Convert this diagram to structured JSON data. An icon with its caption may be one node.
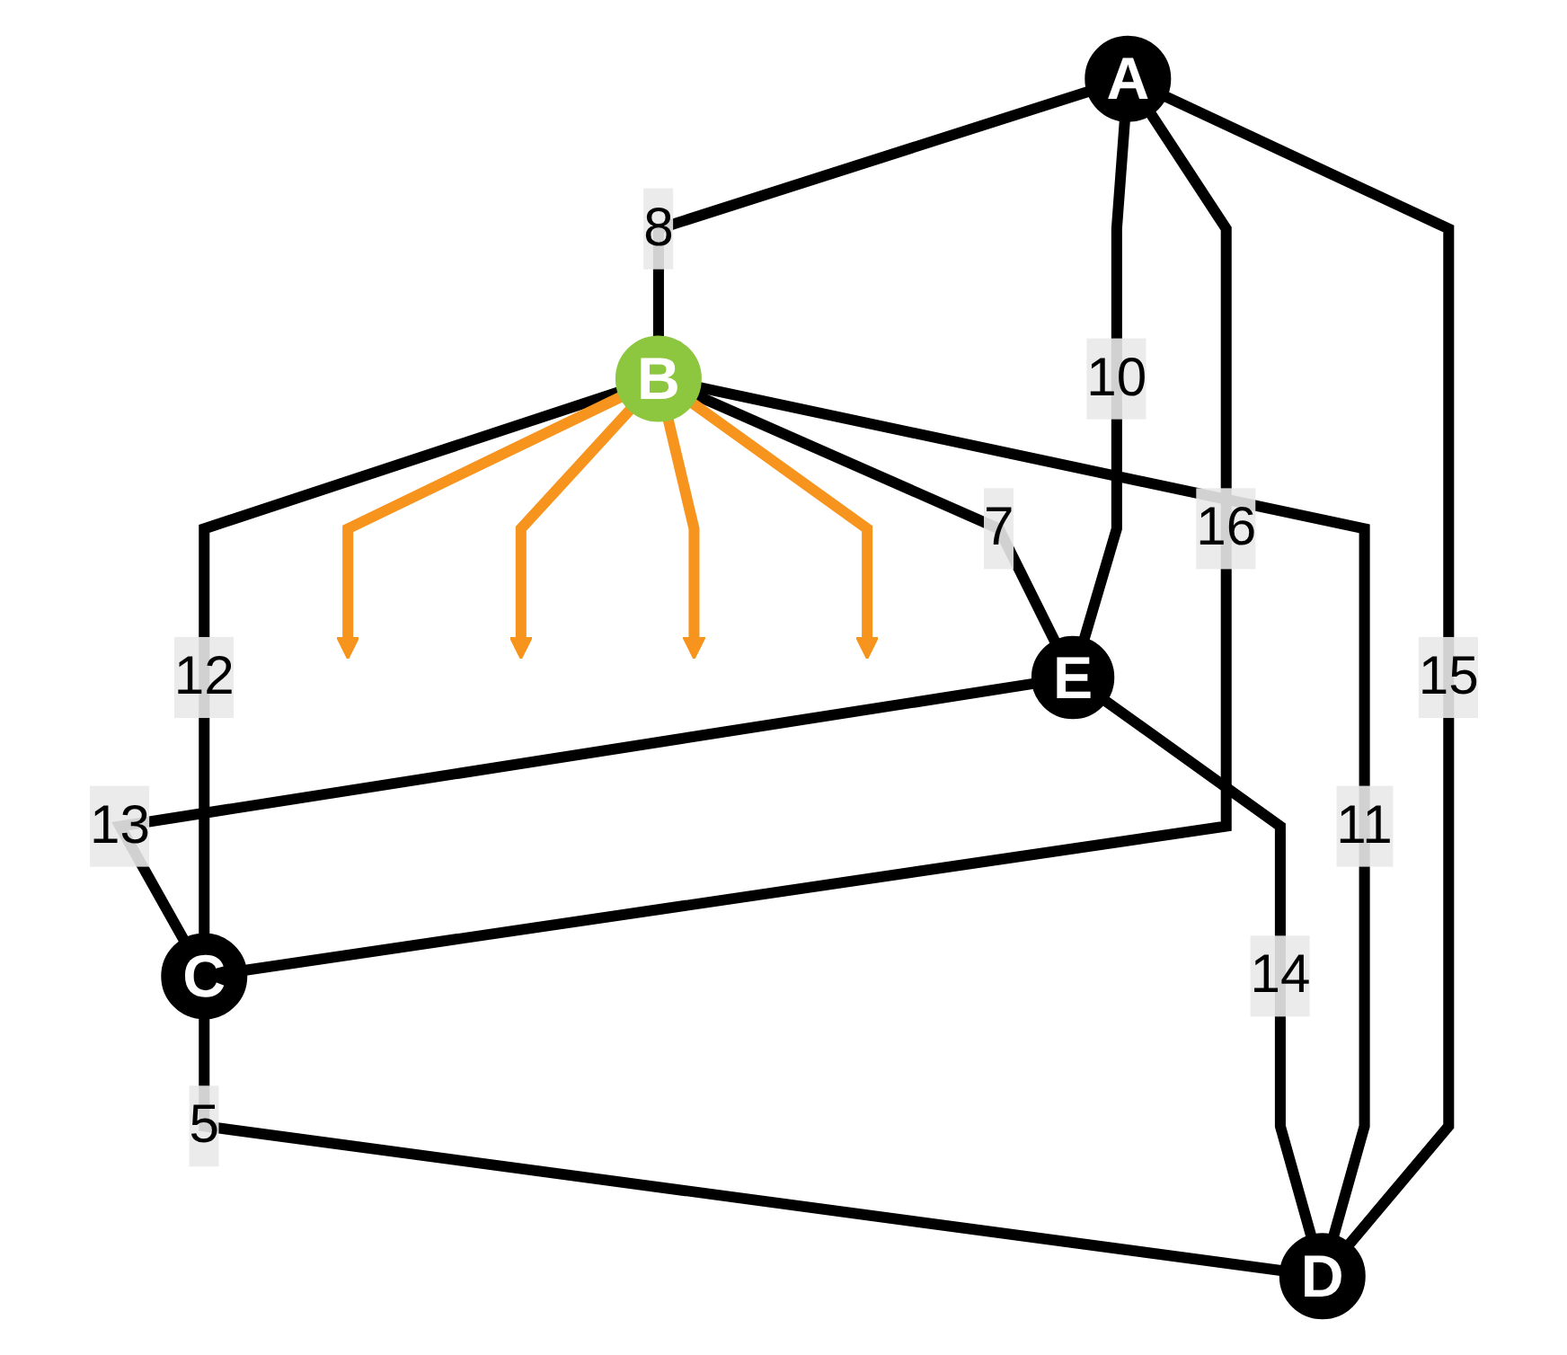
{
  "diagram": {
    "nodes": [
      {
        "text": [
          "A"
        ]
      },
      {
        "text": [
          "B"
        ]
      },
      {
        "text": [
          "E"
        ]
      },
      {
        "text": [
          "C"
        ]
      },
      {
        "text": [
          "D"
        ]
      }
    ],
    "edges": [
      {
        "from": 0,
        "to": 1,
        "arrow": "none",
        "label": "8"
      },
      {
        "from": 0,
        "to": 2,
        "arrow": "none",
        "label": "10"
      },
      {
        "from": 0,
        "to": 4,
        "arrow": "none",
        "label": "15"
      },
      {
        "from": 0,
        "to": 3,
        "arrow": "none",
        "label": "16"
      },
      {
        "from": 1,
        "to": 2,
        "arrow": "none",
        "label": "7"
      },
      {
        "from": 1,
        "to": 4,
        "arrow": "none",
        "label": "11"
      },
      {
        "from": 1,
        "to": 3,
        "arrow": "none",
        "label": "12"
      },
      {
        "from": 2,
        "to": 3,
        "arrow": "none",
        "label": "13"
      },
      {
        "from": 2,
        "to": 4,
        "arrow": "none",
        "label": "14"
      },
      {
        "from": 3,
        "to": 4,
        "arrow": "none",
        "label": "5"
      },
      {
        "from": 1,
        "to": null,
        "arrow": "to",
        "color": "#f7941d"
      },
      {
        "from": 1,
        "to": null,
        "arrow": "to",
        "color": "#f7941d"
      },
      {
        "from": 1,
        "to": null,
        "arrow": "to",
        "color": "#f7941d"
      },
      {
        "from": 1,
        "to": null,
        "arrow": "to",
        "color": "#f7941d"
      }
    ]
  }
}
